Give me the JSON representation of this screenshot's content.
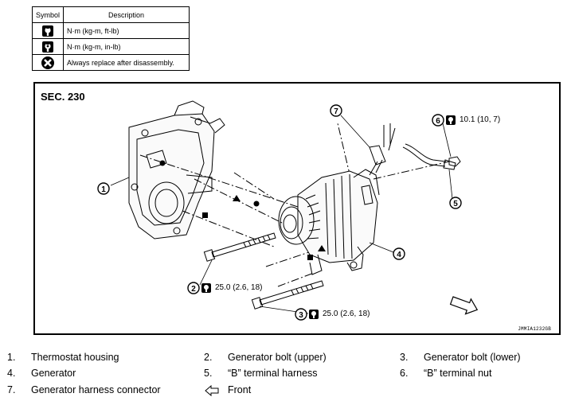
{
  "symbol_table": {
    "header_symbol": "Symbol",
    "header_description": "Description",
    "rows": [
      {
        "icon": "torque-wrench-icon",
        "description": "N·m (kg-m, ft-lb)"
      },
      {
        "icon": "torque-wrench-inlb-icon",
        "description": "N·m (kg-m, in-lb)"
      },
      {
        "icon": "replace-part-icon",
        "description": "Always replace after disassembly."
      }
    ]
  },
  "diagram": {
    "section": "SEC. 230",
    "code": "JMMIA1232GB",
    "callouts": [
      "1",
      "2",
      "3",
      "4",
      "5",
      "6",
      "7"
    ],
    "torques": {
      "nut_6": "10.1 (10, 7)",
      "bolt_2": "25.0 (2.6, 18)",
      "bolt_3": "25.0 (2.6, 18)"
    }
  },
  "legend": [
    {
      "num": "1.",
      "label": "Thermostat housing"
    },
    {
      "num": "2.",
      "label": "Generator bolt (upper)"
    },
    {
      "num": "3.",
      "label": "Generator bolt (lower)"
    },
    {
      "num": "4.",
      "label": "Generator"
    },
    {
      "num": "5.",
      "label": "“B” terminal harness"
    },
    {
      "num": "6.",
      "label": "“B” terminal nut"
    },
    {
      "num": "7.",
      "label": "Generator harness connector"
    },
    {
      "num": "",
      "label": "Front",
      "icon": "front-arrow-icon"
    }
  ]
}
